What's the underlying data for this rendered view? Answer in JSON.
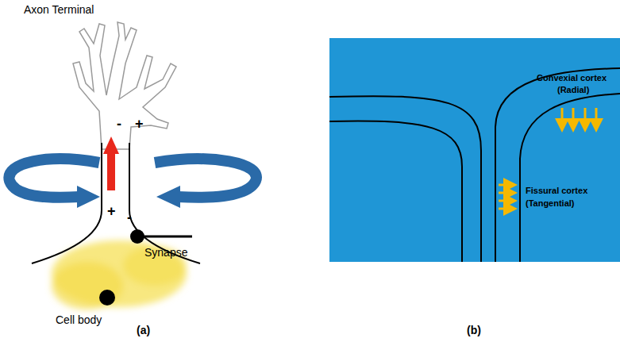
{
  "diagram": {
    "labels": [
      "Axon Terminal",
      "-",
      "+",
      "+",
      "-",
      "Synapse",
      "Cell body",
      "(a)",
      "Convexial cortex",
      "(Radial)",
      "Fissural cortex",
      "(Tangential)",
      "(b)"
    ]
  }
}
